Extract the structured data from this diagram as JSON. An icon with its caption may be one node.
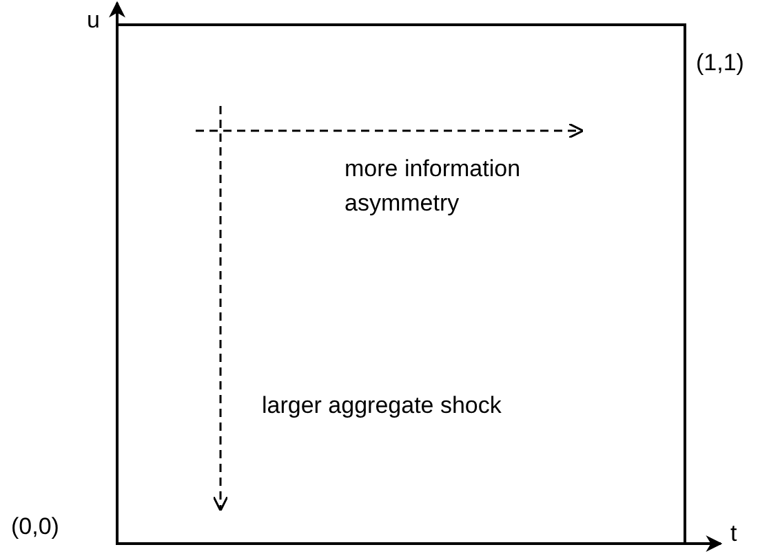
{
  "diagram": {
    "labels": [
      "u",
      "(1,1)",
      "more information asymmetry",
      "larger aggregate shock",
      "(0,0)",
      "t"
    ]
  }
}
